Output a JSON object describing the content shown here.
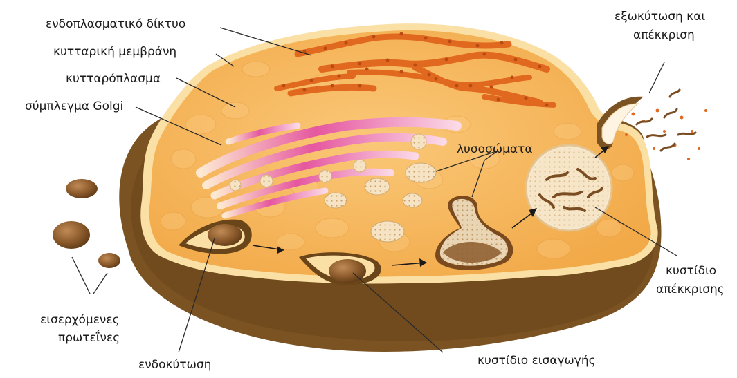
{
  "labels": {
    "er": "ενδοπλασματικό δίκτυο",
    "membrane": "κυτταρική μεμβράνη",
    "cytoplasm": "κυτταρόπλασμα",
    "golgi": "σύμπλεγμα Golgi",
    "lysosomes": "λυσοσώματα",
    "exocytosis_line1": "εξωκύτωση και",
    "exocytosis_line2": "απέκκριση",
    "secretion_vesicle_line1": "κυστίδιο",
    "secretion_vesicle_line2": "απέκκρισης",
    "incoming_line1": "εισερχόμενες",
    "incoming_line2": "πρωτεΐνες",
    "endocytosis": "ενδοκύτωση",
    "import_vesicle": "κυστίδιο εισαγωγής"
  },
  "colors": {
    "cytoplasm": "#f4b24f",
    "cytoplasm_light": "#f9c878",
    "membrane_outer": "#7a5426",
    "membrane_rim": "#fbe0a6",
    "er": "#e8702a",
    "golgi": "#e24f9a",
    "vesicle": "#f3dcb1",
    "protein": "#8b5a2b"
  }
}
